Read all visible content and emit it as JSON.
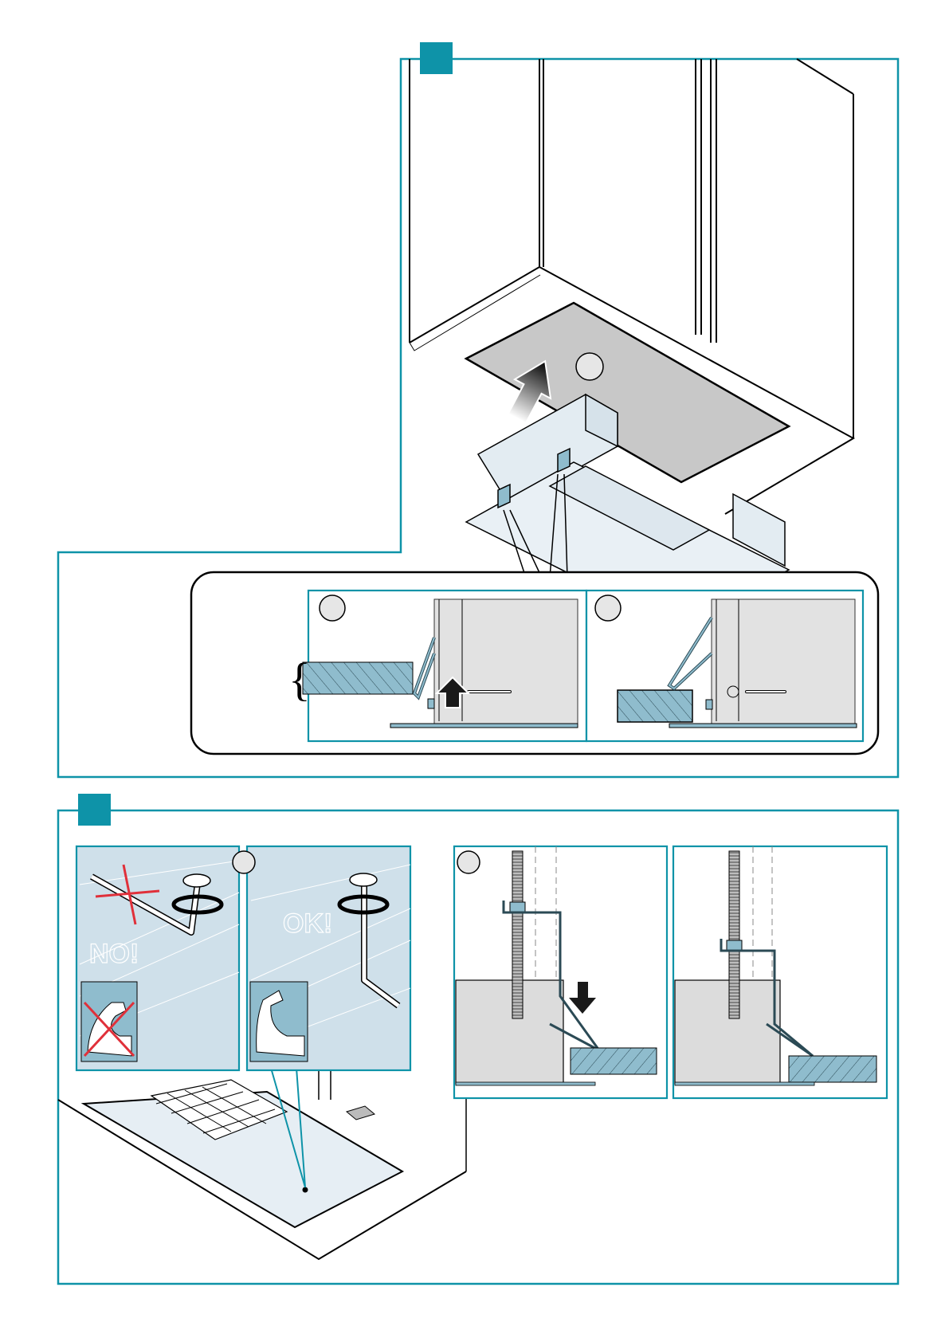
{
  "page": {
    "type": "installation-manual-illustration",
    "accent_color": "#0e93a8",
    "panel_fill": "#cfe0ea",
    "hatch_fill": "#8fbccd",
    "recess_fill": "#c8c8c8"
  },
  "steps": [
    {
      "id": "step-1",
      "marker_label": "",
      "scene": "Hood unit being pushed up into wall-cabinet cutout",
      "callout_circle_label": "",
      "details": [
        {
          "id": "detail-a",
          "circle_label": "",
          "description": "Spring clip folded, board thickness bracket, push-up arrow"
        },
        {
          "id": "detail-b",
          "circle_label": "",
          "description": "Spring clip resting on cabinet board"
        }
      ]
    },
    {
      "id": "step-2",
      "marker_label": "",
      "scene": "Tightening screws inside hood with hex key",
      "panels": [
        {
          "id": "panel-no",
          "verdict_text": "NO!",
          "circle_label": "",
          "wrong": true
        },
        {
          "id": "panel-ok",
          "verdict_text": "OK!",
          "circle_label": "",
          "wrong": false
        },
        {
          "id": "panel-bolt-before",
          "circle_label": "",
          "description": "Threaded rod with clip, push-down arrow"
        },
        {
          "id": "panel-bolt-after",
          "circle_label": "",
          "description": "Clip clamped on cabinet board"
        }
      ]
    }
  ]
}
